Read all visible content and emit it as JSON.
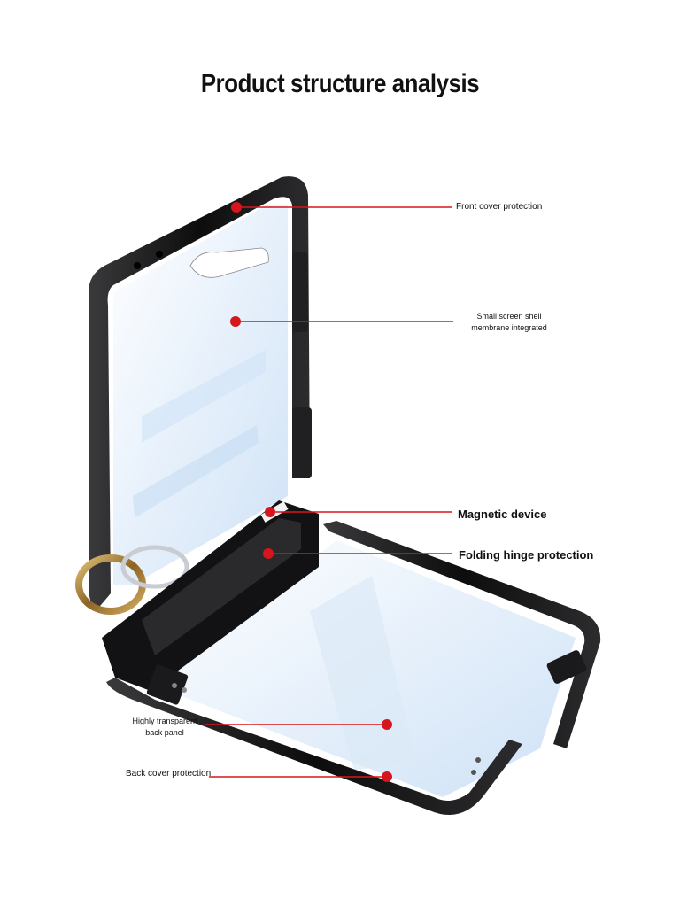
{
  "title": "Product structure analysis",
  "colors": {
    "callout": "#d6161c",
    "frame": "#1c1c1e",
    "glass": "#e8f1fb",
    "ring": "#b48a46"
  },
  "callouts": [
    {
      "id": "front-cover",
      "text": "Front cover protection"
    },
    {
      "id": "small-screen",
      "text": "Small screen shell membrane integrated"
    },
    {
      "id": "magnetic",
      "text": "Magnetic device"
    },
    {
      "id": "hinge",
      "text": "Folding hinge protection"
    },
    {
      "id": "back-panel",
      "text": "Highly transparent back panel"
    },
    {
      "id": "back-cover",
      "text": "Back cover protection"
    }
  ]
}
